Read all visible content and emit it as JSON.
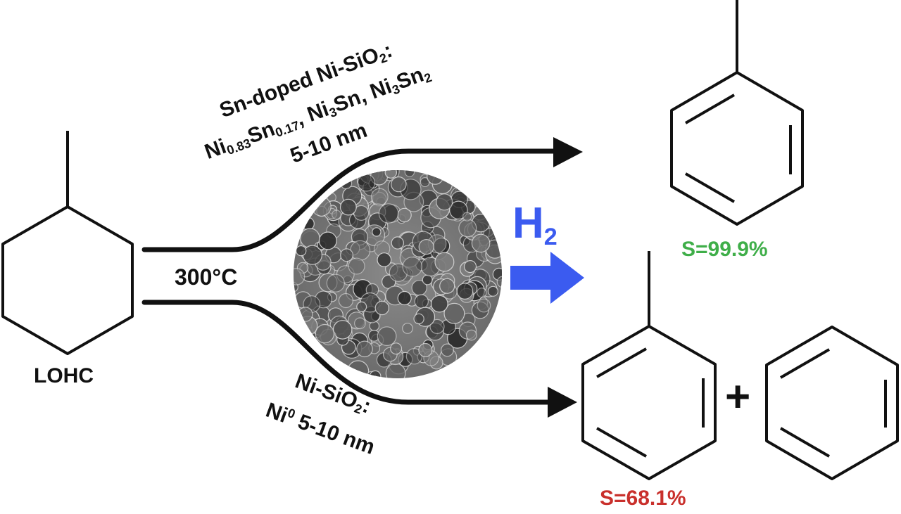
{
  "colors": {
    "ink": "#111111",
    "hydrogen": "#3b5bf0",
    "selectivity_high": "#3fae49",
    "selectivity_low": "#c9302c"
  },
  "reactant": {
    "label": "LOHC"
  },
  "conditions": {
    "temperature": "300°C"
  },
  "top_route": {
    "line1": "Sn-doped Ni-SiO",
    "line1_sub": "2",
    "line1_tail": ":",
    "line2_a": "Ni",
    "line2_a_sub": "0.83",
    "line2_b": "Sn",
    "line2_b_sub": "0.17",
    "line2_c": ", Ni",
    "line2_c_sub": "3",
    "line2_d": "Sn, Ni",
    "line2_d_sub": "3",
    "line2_e": "Sn",
    "line2_e_sub": "2",
    "line3": "5-10 nm"
  },
  "bottom_route": {
    "line1": "Ni-SiO",
    "line1_sub": "2",
    "line1_tail": ":",
    "line2_a": "Ni",
    "line2_a_sup": "0",
    "line2_b": " 5-10 nm"
  },
  "hydrogen": {
    "symbol": "H",
    "subscript": "2"
  },
  "products": {
    "top_selectivity": "S=99.9%",
    "bottom_selectivity": "S=68.1%",
    "plus": "+"
  },
  "icons": {
    "reactant": "methylcyclohexane-structure-icon",
    "catalyst": "tem-micrograph-image",
    "product_top": "toluene-structure-icon",
    "product_bottom_left": "toluene-structure-icon",
    "product_bottom_right": "benzene-structure-icon"
  }
}
